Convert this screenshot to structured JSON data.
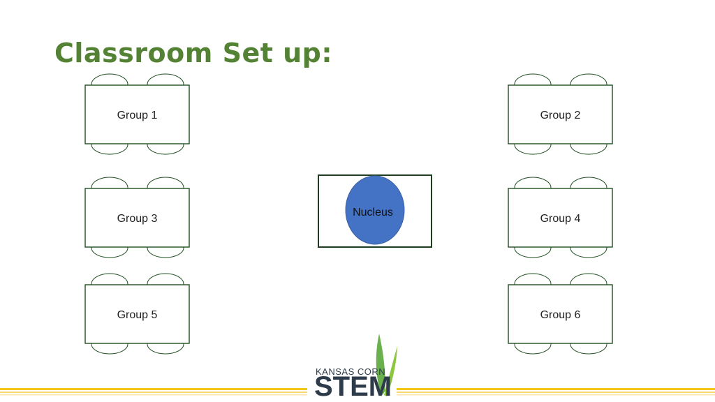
{
  "slide": {
    "title": "Classroom Set up:",
    "title_color": "#548235"
  },
  "groups": [
    {
      "label": "Group 1"
    },
    {
      "label": "Group 2"
    },
    {
      "label": "Group 3"
    },
    {
      "label": "Group 4"
    },
    {
      "label": "Group 5"
    },
    {
      "label": "Group 6"
    }
  ],
  "nucleus": {
    "label": "Nucleus",
    "color": "#4472C4"
  },
  "logo": {
    "line1": "KANSAS CORN",
    "line2": "STEM"
  },
  "colors": {
    "table_stroke": "#1f4e1f",
    "stripe": "#F5C518",
    "leaf": "#6AB04C"
  }
}
